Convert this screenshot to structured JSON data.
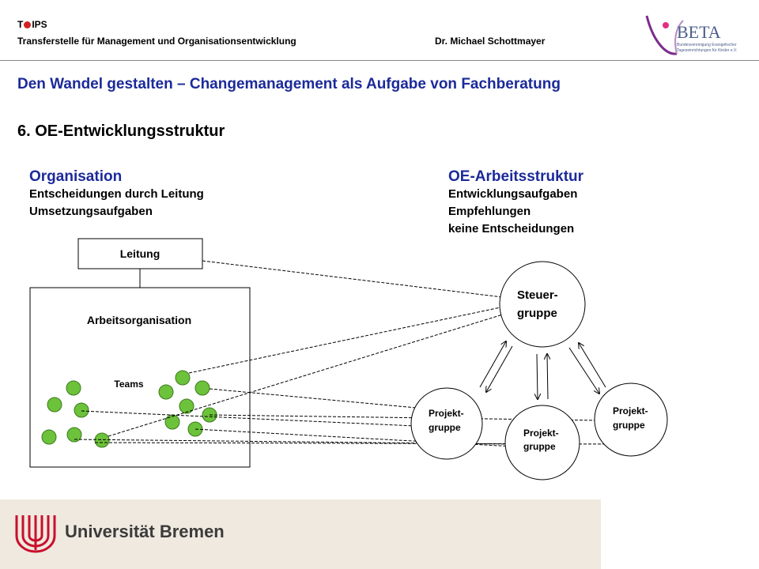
{
  "header": {
    "brand_t": "T",
    "brand_ips": "IPS",
    "institution": "Transferstelle für Management und Organisationsentwicklung",
    "author": "Dr. Michael Schottmayer",
    "partner_logo_text": "BETA",
    "partner_logo_subtext": "Bundesvereinigung Evangelischer Tageseinrichtungen für Kinder e.V."
  },
  "title": "Den Wandel gestalten – Changemanagement als Aufgabe von Fachberatung",
  "section": "6. OE-Entwicklungsstruktur",
  "organisation": {
    "heading": "Organisation",
    "lines": [
      "Entscheidungen durch Leitung",
      "Umsetzungsaufgaben"
    ]
  },
  "oe_structure": {
    "heading": "OE-Arbeitsstruktur",
    "lines": [
      "Entwicklungsaufgaben",
      "Empfehlungen",
      "keine Entscheidungen"
    ]
  },
  "diagram": {
    "leitung": "Leitung",
    "arbeitsorganisation": "Arbeitsorganisation",
    "teams": "Teams",
    "steuer_line1": "Steuer-",
    "steuer_line2": "gruppe",
    "projekt_line1": "Projekt-",
    "projekt_line2": "gruppe"
  },
  "footer": {
    "university": "Universität Bremen"
  },
  "colors": {
    "title_blue": "#1b2a9a",
    "team_green": "#6cc23a",
    "brand_red": "#d42020",
    "footer_beige": "#efe9df"
  }
}
